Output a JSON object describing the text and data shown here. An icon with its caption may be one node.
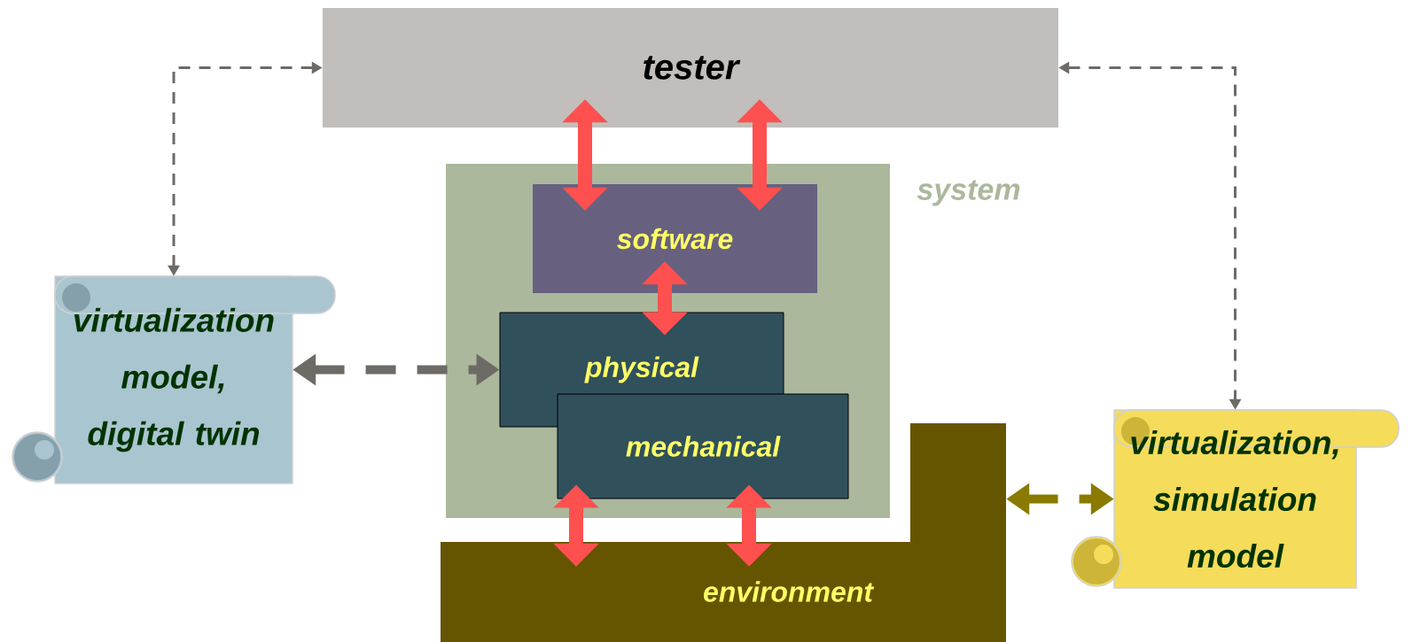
{
  "diagram": {
    "nodes": [
      {
        "text": [
          "tester"
        ]
      },
      {
        "text": [
          "system"
        ]
      },
      {
        "text": [
          "software"
        ],
        "in": 1
      },
      {
        "text": [
          "physical"
        ],
        "in": 1
      },
      {
        "text": [
          "mechanical"
        ],
        "in": 1
      },
      {
        "text": [
          "environment"
        ]
      },
      {
        "text": [
          "virtualization model, digital twin"
        ]
      },
      {
        "text": [
          "virtualization, simulation model"
        ]
      }
    ],
    "edges": [
      {
        "from": 0,
        "to": 6,
        "arrow": "both",
        "style": "dashed",
        "color": "#6e6a66"
      },
      {
        "from": 0,
        "to": 7,
        "arrow": "both",
        "style": "dashed",
        "color": "#6e6a66"
      },
      {
        "from": 0,
        "to": 2,
        "arrow": "both"
      },
      {
        "from": 0,
        "to": 2,
        "arrow": "both"
      },
      {
        "from": 2,
        "to": 3,
        "arrow": "both"
      },
      {
        "from": 4,
        "to": 5,
        "arrow": "both"
      },
      {
        "from": 4,
        "to": 5,
        "arrow": "both"
      },
      {
        "from": 6,
        "to": 3,
        "arrow": "both",
        "style": "dashed",
        "color": "#6e6a66"
      },
      {
        "from": 5,
        "to": 7,
        "arrow": "both",
        "style": "dashed",
        "color": "#8a7a00"
      }
    ]
  }
}
